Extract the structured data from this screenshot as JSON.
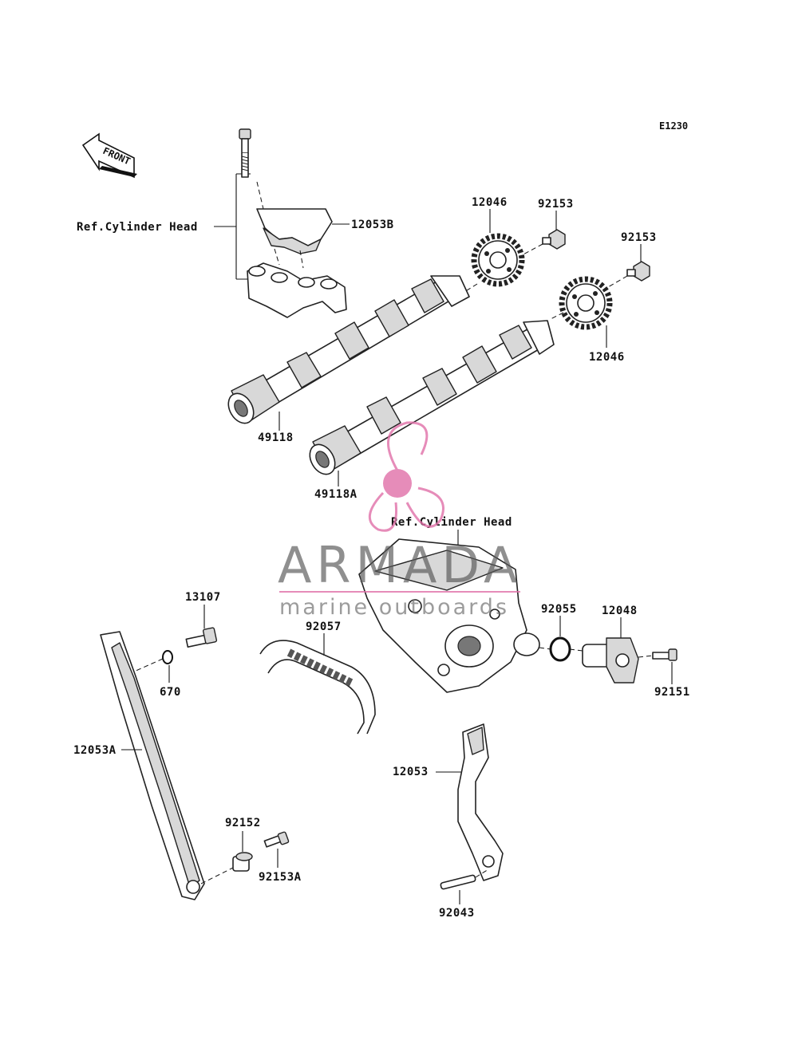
{
  "diagram": {
    "code": "E1230",
    "front_label": "FRONT",
    "ref_labels": [
      "Ref.Cylinder Head",
      "Ref.Cylinder Head"
    ],
    "parts": {
      "p12053B": "12053B",
      "p12046_top": "12046",
      "p92153_a": "92153",
      "p92153_b": "92153",
      "p12046_right": "12046",
      "p49118": "49118",
      "p49118A": "49118A",
      "p13107": "13107",
      "p92057": "92057",
      "p92055": "92055",
      "p12048": "12048",
      "p670": "670",
      "p92151": "92151",
      "p12053A": "12053A",
      "p12053": "12053",
      "p92152": "92152",
      "p92153A": "92153A",
      "p92043": "92043"
    }
  },
  "watermark": {
    "brand": "ARMADA",
    "tagline": "marine outboards",
    "color": "#e070a8"
  }
}
